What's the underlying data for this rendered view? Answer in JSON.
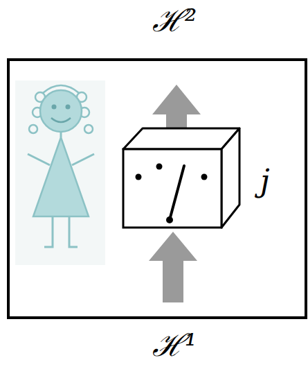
{
  "diagram": {
    "nodes": [
      {
        "text": [
          "j"
        ]
      }
    ],
    "labels": [
      "ℋ²",
      "ℋ¹"
    ]
  }
}
